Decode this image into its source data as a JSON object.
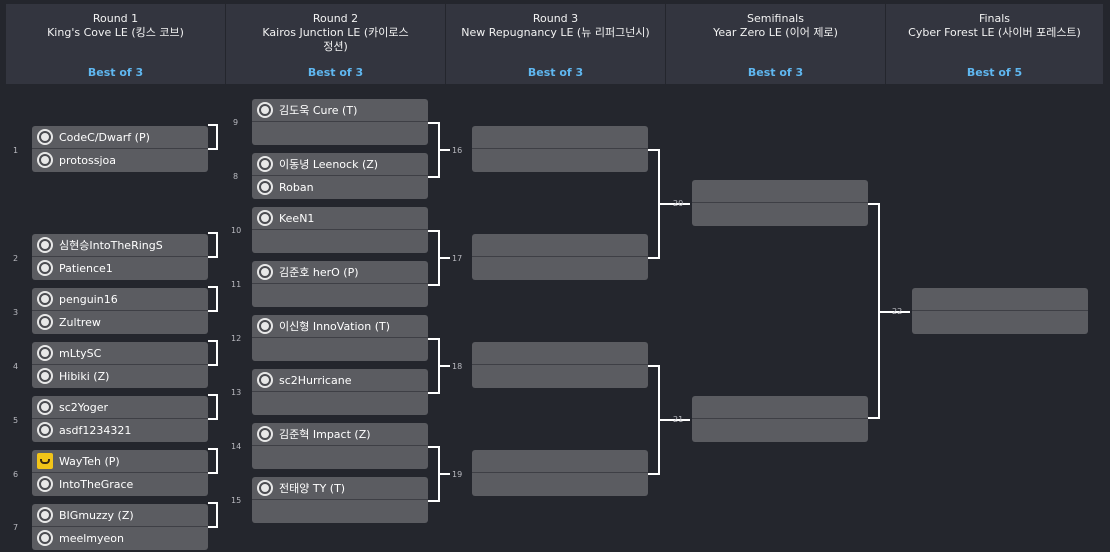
{
  "rounds": [
    {
      "title": "Round 1",
      "map": "King's Cove LE (킹스 코브)",
      "bo": "Best of 3"
    },
    {
      "title": "Round 2",
      "map": "Kairos Junction LE (카이로스 정션)",
      "bo": "Best of 3"
    },
    {
      "title": "Round 3",
      "map": "New Repugnancy LE (뉴 리퍼그넌시)",
      "bo": "Best of 3"
    },
    {
      "title": "Semifinals",
      "map": "Year Zero LE (이어 제로)",
      "bo": "Best of 3"
    },
    {
      "title": "Finals",
      "map": "Cyber Forest LE (사이버 포레스트)",
      "bo": "Best of 5"
    }
  ],
  "matches": {
    "m1": {
      "num": "1",
      "p1": "CodeC/Dwarf (P)",
      "p2": "protossjoa"
    },
    "m2": {
      "num": "2",
      "p1": "심현승IntoTheRingS",
      "p2": "Patience1"
    },
    "m3": {
      "num": "3",
      "p1": "penguin16",
      "p2": "Zultrew"
    },
    "m4": {
      "num": "4",
      "p1": "mLtySC",
      "p2": "Hibiki (Z)"
    },
    "m5": {
      "num": "5",
      "p1": "sc2Yoger",
      "p2": "asdf1234321"
    },
    "m6": {
      "num": "6",
      "p1": "WayTeh (P)",
      "p2": "IntoTheGrace"
    },
    "m7": {
      "num": "7",
      "p1": "BIGmuzzy (Z)",
      "p2": "meelmyeon"
    },
    "m9": {
      "num": "9",
      "p1": "김도욱 Cure (T)",
      "p2": ""
    },
    "m8": {
      "num": "8",
      "p1": "이동녕 Leenock (Z)",
      "p2": "Roban"
    },
    "m10": {
      "num": "10",
      "p1": "KeeN1",
      "p2": ""
    },
    "m11": {
      "num": "11",
      "p1": "김준호 herO (P)",
      "p2": ""
    },
    "m12": {
      "num": "12",
      "p1": "이신형 InnoVation (T)",
      "p2": ""
    },
    "m13": {
      "num": "13",
      "p1": "sc2Hurricane",
      "p2": ""
    },
    "m14": {
      "num": "14",
      "p1": "김준혁 Impact (Z)",
      "p2": ""
    },
    "m15": {
      "num": "15",
      "p1": "전태양 TY (T)",
      "p2": ""
    },
    "m16": {
      "num": "16",
      "p1": "",
      "p2": ""
    },
    "m17": {
      "num": "17",
      "p1": "",
      "p2": ""
    },
    "m18": {
      "num": "18",
      "p1": "",
      "p2": ""
    },
    "m19": {
      "num": "19",
      "p1": "",
      "p2": ""
    },
    "m20": {
      "num": "20",
      "p1": "",
      "p2": ""
    },
    "m21": {
      "num": "21",
      "p1": "",
      "p2": ""
    },
    "m22": {
      "num": "22",
      "p1": "",
      "p2": ""
    }
  },
  "colors": {
    "background": "#24262d",
    "header": "#33353f",
    "slot": "#5b5c61",
    "best_of": "#5fb7f0",
    "connector": "#ffffff"
  }
}
